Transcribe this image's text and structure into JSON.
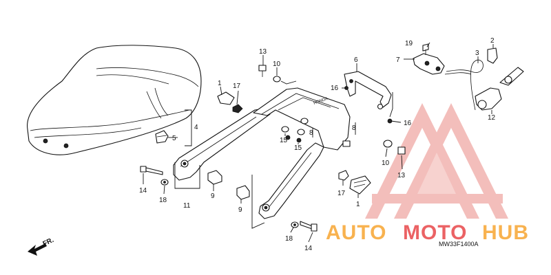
{
  "diagram_code": "MW33F1400A",
  "direction_label": "FR.",
  "watermark": {
    "text_a": "AUTO",
    "text_b": "MOTO",
    "text_c": "HUB",
    "color_orange": "#f7a531",
    "color_red": "#e8474a"
  },
  "callouts": [
    {
      "id": "c19",
      "label": "19"
    },
    {
      "id": "c2",
      "label": "2"
    },
    {
      "id": "c7",
      "label": "7"
    },
    {
      "id": "c3",
      "label": "3"
    },
    {
      "id": "c6",
      "label": "6"
    },
    {
      "id": "c13a",
      "label": "13"
    },
    {
      "id": "c10a",
      "label": "10"
    },
    {
      "id": "c16a",
      "label": "16"
    },
    {
      "id": "c1a",
      "label": "1"
    },
    {
      "id": "c17a",
      "label": "17"
    },
    {
      "id": "c12",
      "label": "12"
    },
    {
      "id": "c4",
      "label": "4"
    },
    {
      "id": "c5",
      "label": "5"
    },
    {
      "id": "c8a",
      "label": "8"
    },
    {
      "id": "c8b",
      "label": "8"
    },
    {
      "id": "c16b",
      "label": "16"
    },
    {
      "id": "c15a",
      "label": "15"
    },
    {
      "id": "c15b",
      "label": "15"
    },
    {
      "id": "c10b",
      "label": "10"
    },
    {
      "id": "c13b",
      "label": "13"
    },
    {
      "id": "c14a",
      "label": "14"
    },
    {
      "id": "c18a",
      "label": "18"
    },
    {
      "id": "c11",
      "label": "11"
    },
    {
      "id": "c9a",
      "label": "9"
    },
    {
      "id": "c9b",
      "label": "9"
    },
    {
      "id": "c17b",
      "label": "17"
    },
    {
      "id": "c1b",
      "label": "1"
    },
    {
      "id": "c18b",
      "label": "18"
    },
    {
      "id": "c14b",
      "label": "14"
    }
  ]
}
